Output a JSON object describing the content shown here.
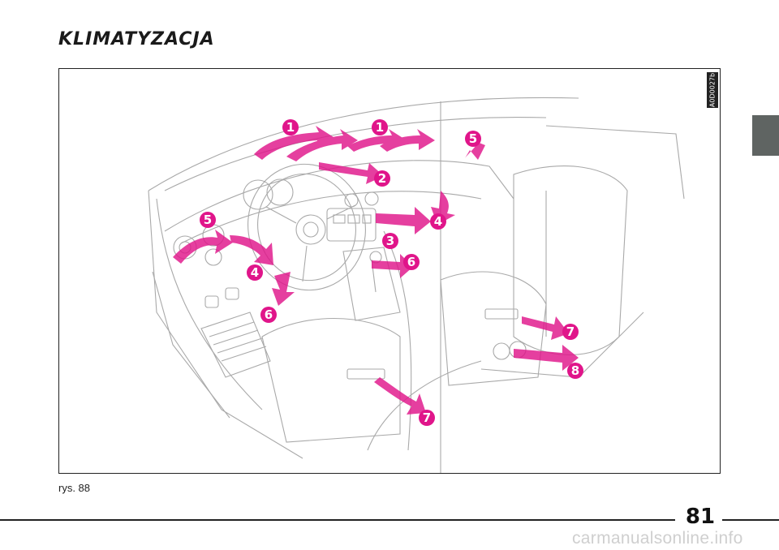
{
  "page": {
    "title": "KLIMATYZACJA",
    "caption": "rys. 88",
    "page_number": "81",
    "watermark": "carmanualsonline.info"
  },
  "figure": {
    "code": "A0D0027b",
    "accent_color": "#e0158a",
    "callouts": [
      "1",
      "1",
      "2",
      "3",
      "4",
      "4",
      "5",
      "5",
      "6",
      "6",
      "7",
      "7",
      "8"
    ]
  },
  "colors": {
    "tab": "#5f6462",
    "rule": "#222222",
    "line_art": "#a9a9a9"
  }
}
